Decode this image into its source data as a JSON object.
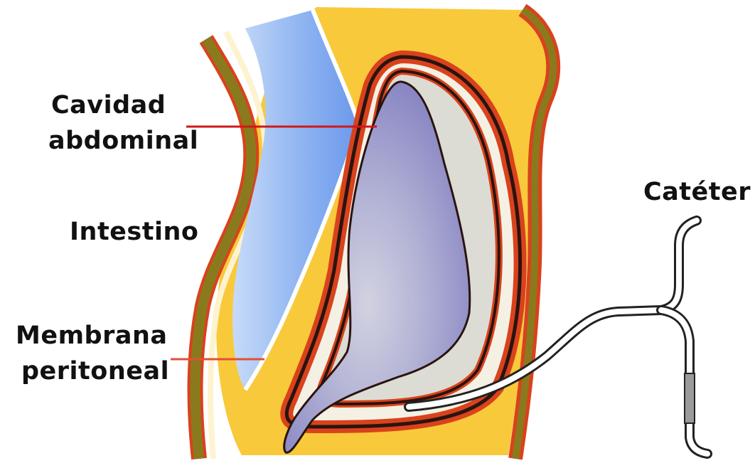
{
  "labels": {
    "cavity_line1": "Cavidad",
    "cavity_line2": "abdominal",
    "intestine": "Intestino",
    "membrane_line1": "Membrana",
    "membrane_line2": "peritoneal",
    "catheter": "Catéter"
  },
  "colors": {
    "abdomen_fill": "#f8c93a",
    "wall_olive": "#8a7a1e",
    "outline_red": "#d9421c",
    "outline_dark": "#2a1410",
    "intestine_blue": "#7aa6ee",
    "intestine_light": "#b6d0f6",
    "cavity_purple": "#8e8cc6",
    "cavity_light": "#c4c4d8",
    "peritoneum_white": "#f4f1e4",
    "leader_red": "#d01818",
    "catheter_dark": "#222222",
    "catheter_grey": "#9a9a9a"
  }
}
